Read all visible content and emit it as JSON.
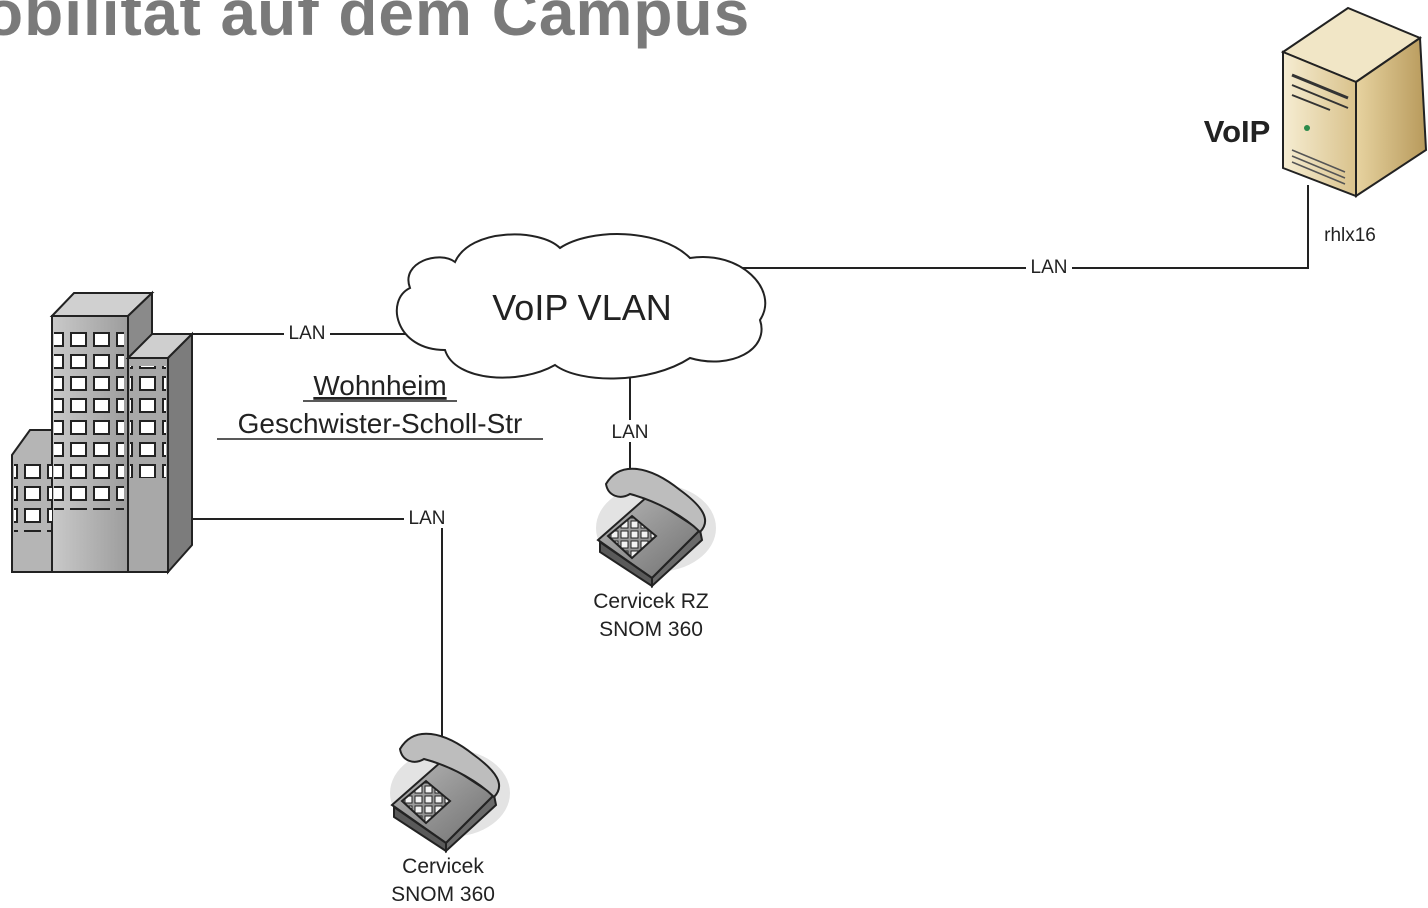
{
  "page": {
    "title": "obilität auf dem Campus"
  },
  "diagram": {
    "cloud": {
      "label": "VoIP VLAN"
    },
    "server": {
      "title": "VoIP",
      "host": "rhlx16"
    },
    "building": {
      "line1": "Wohnheim",
      "line2": "Geschwister-Scholl-Str"
    },
    "phones": [
      {
        "line1": "Cervicek RZ",
        "line2": "SNOM 360"
      },
      {
        "line1": "Cervicek",
        "line2": "SNOM 360"
      }
    ],
    "links": [
      {
        "label": "LAN"
      },
      {
        "label": "LAN"
      },
      {
        "label": "LAN"
      },
      {
        "label": "LAN"
      }
    ]
  },
  "colors": {
    "title": "#7a7a7a",
    "line": "#222222",
    "building": "#9a9a9a",
    "phone": "#8e8e8e",
    "server": "#e8d9b0"
  }
}
